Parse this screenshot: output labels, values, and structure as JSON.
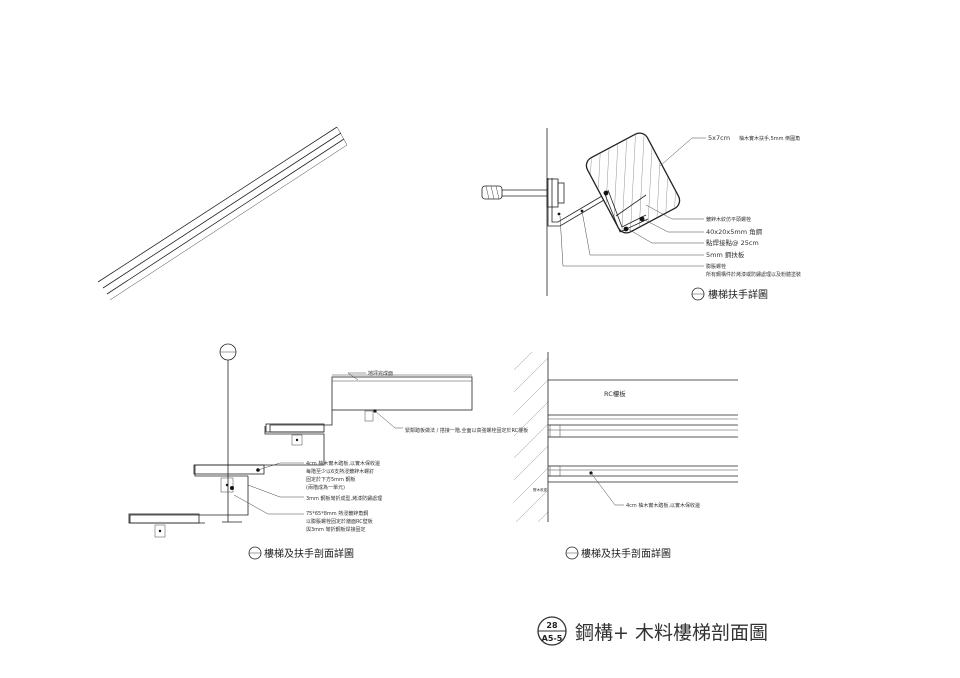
{
  "handrail_detail": {
    "label_profile": "5x7cm",
    "label_profile_note": "柚木實木扶手,5mm 倒圓角",
    "label_rod": "鍍鋅木紋仿平頭螺栓",
    "label_angle": "40x20x5mm 角鋼",
    "label_spacing": "點焊接點@ 25cm",
    "label_plate": "5mm 鋼扶板",
    "label_anchor": "膨脹螺栓",
    "label_anchor_note": "所有鋼構件於烤漆或防鏽處理以及粉體塗裝",
    "caption": "樓梯扶手詳圖"
  },
  "stair_section": {
    "label_top": "地坪完成面",
    "label_nosing": "緊鄰踏板做法 / 搭接一階,全面以高強螺栓固定於RC樓板",
    "label_tread_1": "4cm 柚木實木踏板,以實木保收邊",
    "label_tread_2": "每階至少以6支熱浸鍍鋅木螺釘",
    "label_tread_3": "固定於下方5mm 鋼板",
    "label_tread_4": "(兩階成為一單元)",
    "label_plate": "3mm 鋼板彎折成型,烤漆防鏽處理",
    "label_angle_1": "75*65*8mm 熱浸鍍鋅角鋼",
    "label_angle_2": "以膨脹螺栓固定於牆面RC壁板",
    "label_angle_3": "與3mm 彎折鋼板焊接固定",
    "caption": "樓梯及扶手剖面詳圖"
  },
  "side_section": {
    "label_slab": "RC樓板",
    "label_tread": "4cm 柚木實木踏板,以實木保收邊",
    "label_side": "實木收邊",
    "caption": "樓梯及扶手剖面詳圖"
  },
  "title_block": {
    "sheet_number": "28",
    "sheet_ref": "A5-5",
    "title": "鋼構+ 木料樓梯剖面圖"
  }
}
